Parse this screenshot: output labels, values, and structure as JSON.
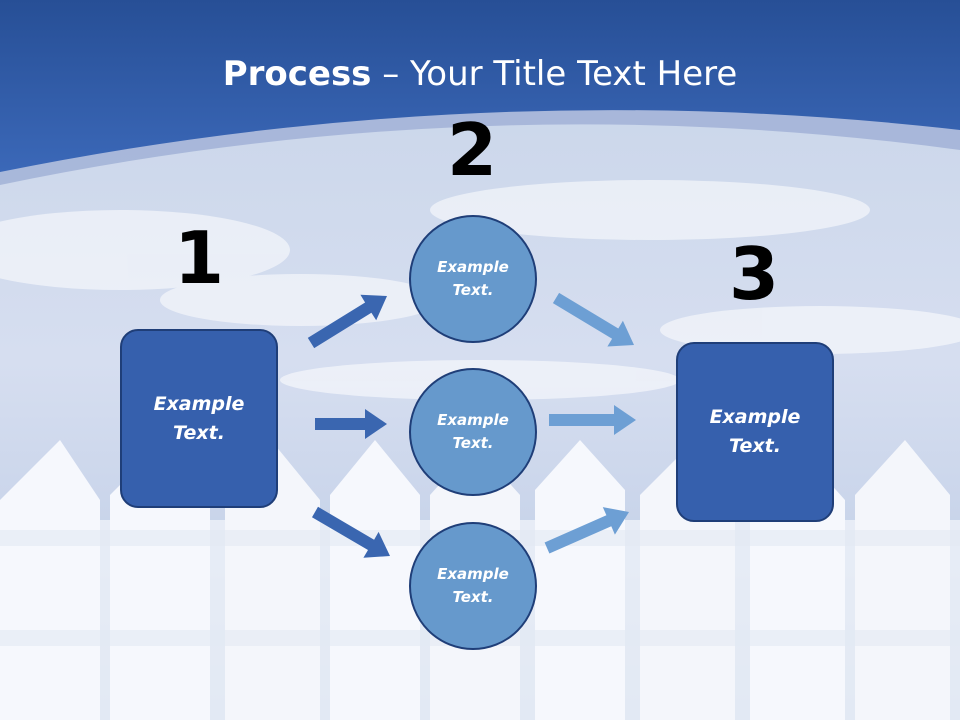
{
  "title": {
    "bold": "Process",
    "rest": " – Your Title Text Here"
  },
  "steps": {
    "one": "1",
    "two": "2",
    "three": "3"
  },
  "left_box": {
    "line1": "Example",
    "line2": "Text."
  },
  "circles": [
    {
      "line1": "Example",
      "line2": "Text."
    },
    {
      "line1": "Example",
      "line2": "Text."
    },
    {
      "line1": "Example",
      "line2": "Text."
    }
  ],
  "right_box": {
    "line1": "Example",
    "line2": "Text."
  },
  "colors": {
    "header_blue": "#3562b5",
    "box_fill": "#3660ad",
    "circle_fill": "#6699cc",
    "arrow_dark": "#3a66b0",
    "arrow_light": "#6d9fd4"
  }
}
